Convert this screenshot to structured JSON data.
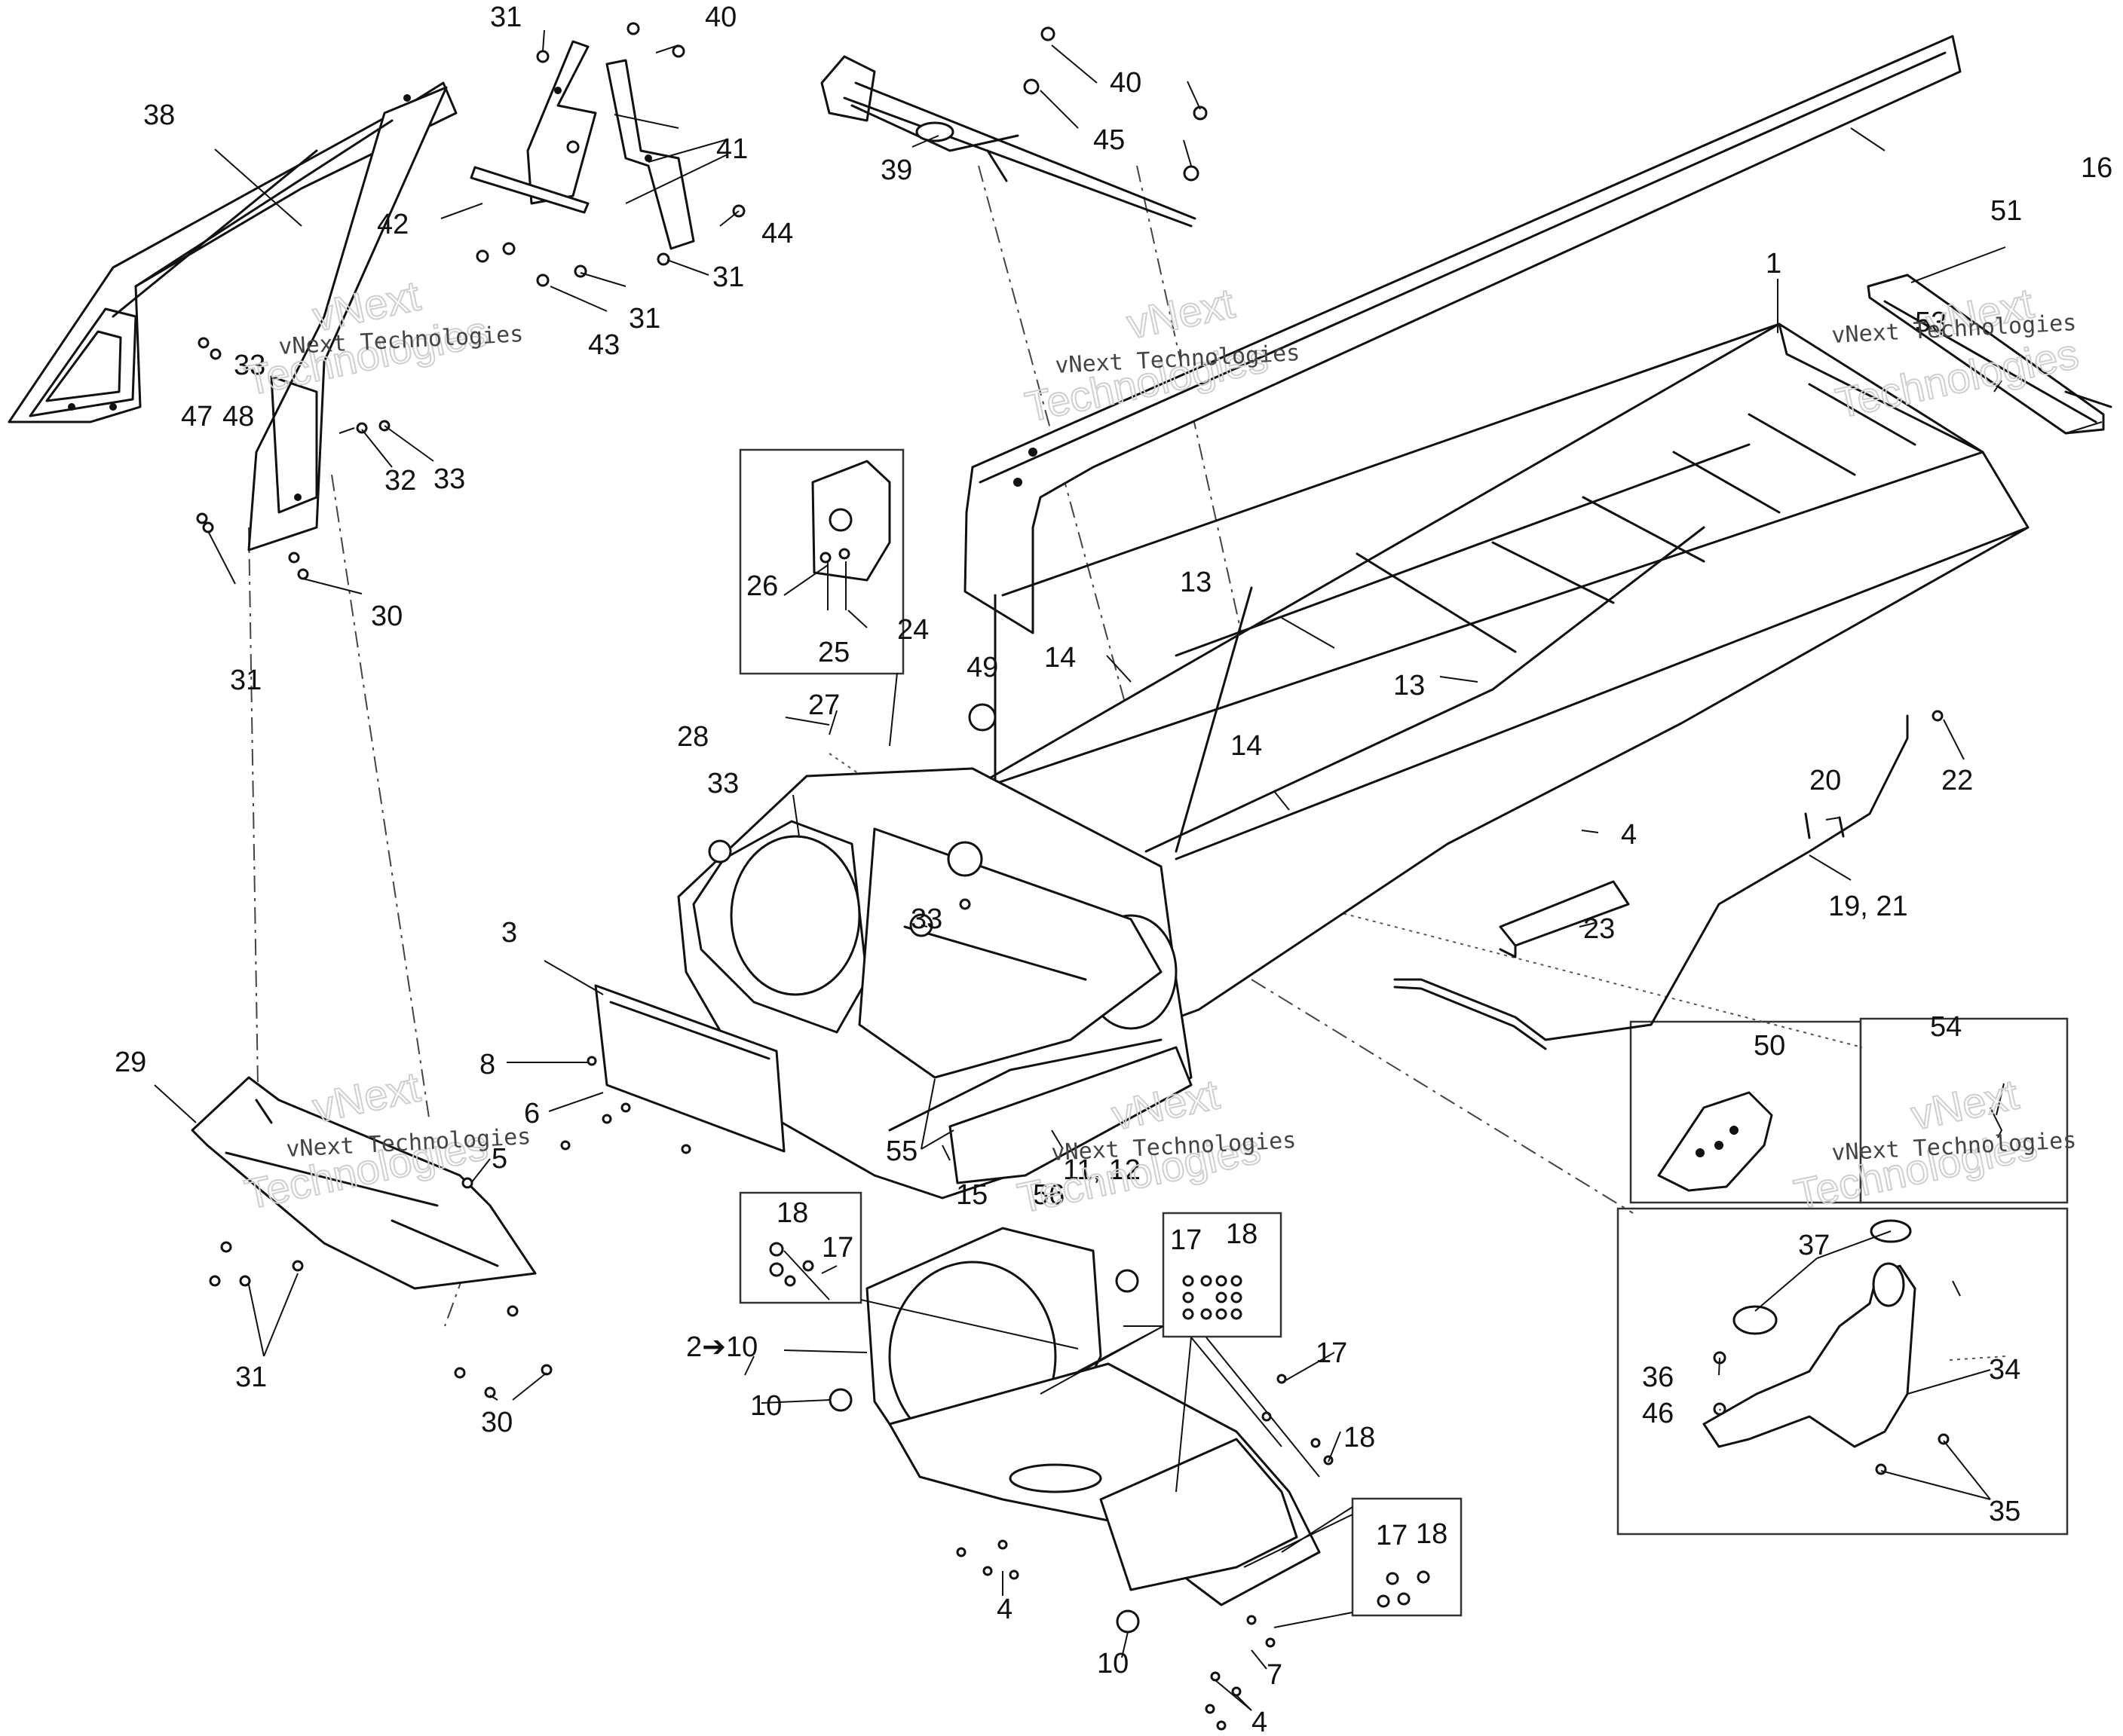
{
  "callouts": {
    "c1": "1",
    "c2_10": "2➔10",
    "c3": "3",
    "c4a": "4",
    "c4b": "4",
    "c4c": "4",
    "c5": "5",
    "c6": "6",
    "c7": "7",
    "c8": "8",
    "c10a": "10",
    "c10b": "10",
    "c11_12": "11, 12",
    "c13a": "13",
    "c13b": "13",
    "c14a": "14",
    "c14b": "14",
    "c15": "15",
    "c16": "16",
    "c17a": "17",
    "c17b": "17",
    "c17c": "17",
    "c17d": "17",
    "c18a": "18",
    "c18b": "18",
    "c18c": "18",
    "c18d": "18",
    "c19_21": "19, 21",
    "c20": "20",
    "c22": "22",
    "c23": "23",
    "c24": "24",
    "c25": "25",
    "c26": "26",
    "c27": "27",
    "c28": "28",
    "c29": "29",
    "c30a": "30",
    "c30b": "30",
    "c31a": "31",
    "c31b": "31",
    "c31c": "31",
    "c31d": "31",
    "c31e": "31",
    "c32": "32",
    "c33a": "33",
    "c33b": "33",
    "c33c": "33",
    "c33d": "33",
    "c34": "34",
    "c35": "35",
    "c36": "36",
    "c37": "37",
    "c38": "38",
    "c39": "39",
    "c40a": "40",
    "c40b": "40",
    "c41": "41",
    "c42": "42",
    "c43": "43",
    "c44": "44",
    "c45": "45",
    "c46": "46",
    "c47": "47",
    "c48": "48",
    "c49": "49",
    "c50": "50",
    "c51": "51",
    "c53": "53",
    "c54": "54",
    "c55": "55",
    "c56": "56"
  },
  "watermarks": {
    "small": "vNext Technologies",
    "big_top": "vNext",
    "big_bottom": "Technologies"
  }
}
